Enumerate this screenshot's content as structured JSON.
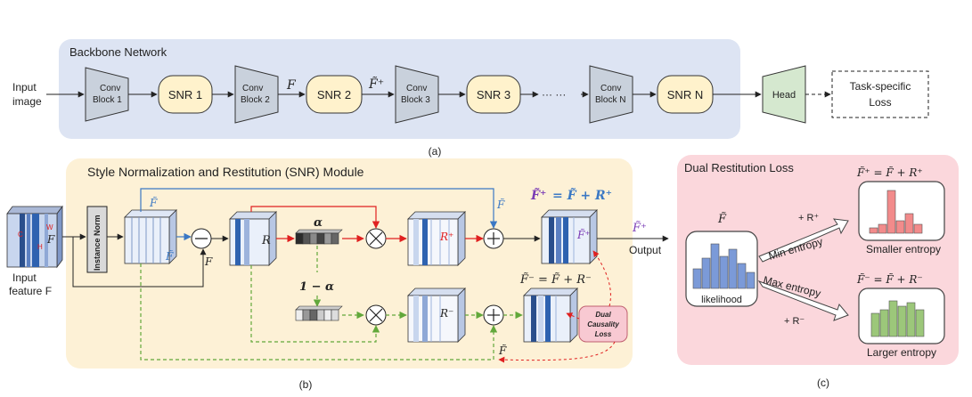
{
  "panel_a": {
    "title": "Backbone Network",
    "input_line1": "Input",
    "input_line2": "image",
    "conv_blocks": [
      {
        "line1": "Conv",
        "line2": "Block 1"
      },
      {
        "line1": "Conv",
        "line2": "Block 2"
      },
      {
        "line1": "Conv",
        "line2": "Block 3"
      },
      {
        "line1": "Conv",
        "line2": "Block N"
      }
    ],
    "snr_blocks": [
      "SNR 1",
      "SNR 2",
      "SNR 3",
      "SNR N"
    ],
    "label_F": "F",
    "label_Ftplus": "F̃⁺",
    "dots": "··· ···",
    "head": "Head",
    "loss_line1": "Task-specific",
    "loss_line2": "Loss",
    "caption": "(a)"
  },
  "panel_b": {
    "title": "Style Normalization and Restitution (SNR) Module",
    "input_line1": "Input",
    "input_line2": "feature F",
    "dim_C": "C",
    "dim_W": "W",
    "dim_H": "H",
    "F_label": "F",
    "instance_norm": "Instance Norm",
    "Ftilde": "F̃",
    "Ftilde2": "F̃",
    "Ftilde3": "F̃",
    "Ftilde4": "F̃",
    "F_minus_input": "F",
    "R": "R",
    "alpha": "α",
    "one_minus_alpha": "1 − α",
    "Rplus": "R⁺",
    "Rminus": "R⁻",
    "eq_plus_a": "F̃⁺",
    "eq_plus_b": "= F̃ + R⁺",
    "eq_minus": "F̃⁻ = F̃ + R⁻",
    "Ftplus_out": "F̃⁺",
    "Ftplus_inside": "F̃⁺",
    "output": "Output",
    "dual_loss_line1": "Dual",
    "dual_loss_line2": "Causality",
    "dual_loss_line3": "Loss",
    "caption": "(b)"
  },
  "panel_c": {
    "title": "Dual Restitution Loss",
    "Ftilde": "F̃",
    "likelihood": "likelihood",
    "eq_plus": "F̃⁺ = F̃ + R⁺",
    "eq_minus": "F̃⁻ = F̃ + R⁻",
    "plus_R": "+ R⁺",
    "minus_R": "+ R⁻",
    "min_entropy": "Min entropy",
    "max_entropy": "Max entropy",
    "smaller_entropy": "Smaller entropy",
    "larger_entropy": "Larger entropy",
    "caption": "(c)",
    "colors": {
      "likelihood": "#7b9ad8",
      "smaller": "#f28b8b",
      "larger": "#9cc77a"
    }
  },
  "colors": {
    "backbone_bg": "#dde4f3",
    "snr_bg": "#fdf1d6",
    "snr_block": "#fff2cc",
    "conv_block": "#c9d1dc",
    "head": "#d5e8cf",
    "restitution_bg": "#fbd7dc",
    "blue_arrow": "#3b78c4",
    "red_arrow": "#e02020",
    "green_dash": "#62a83b",
    "purple": "#7a3bb5"
  }
}
